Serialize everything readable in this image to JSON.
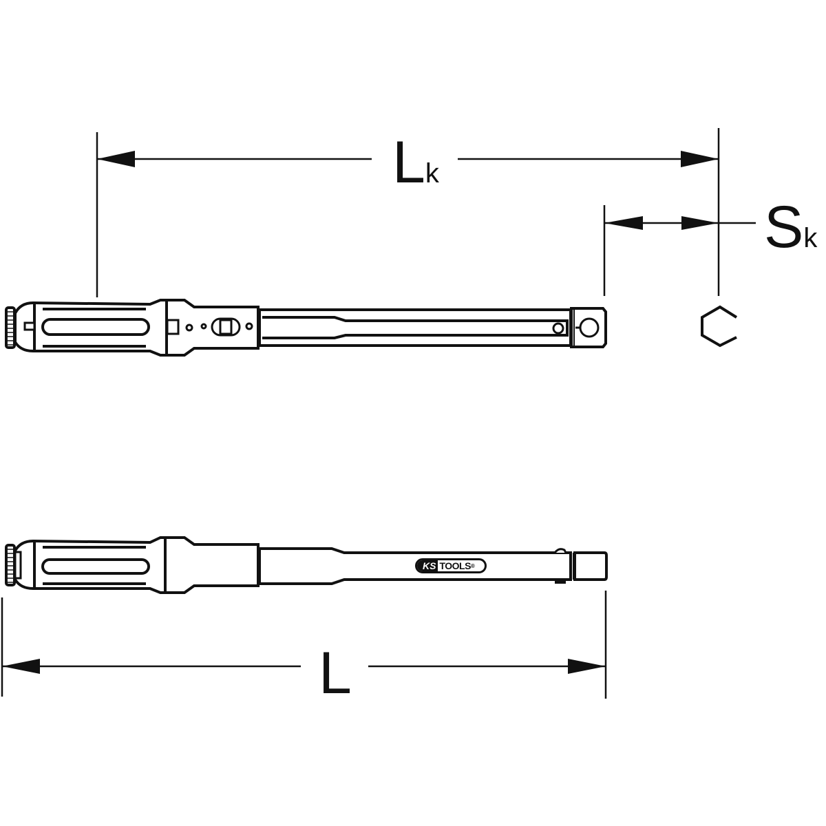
{
  "diagram": {
    "type": "technical-drawing",
    "subject": "torque wrench dimension drawing",
    "line_color": "#111111",
    "background": "#ffffff"
  },
  "dimensions": {
    "lk": {
      "main": "L",
      "sub": "k"
    },
    "sk": {
      "main": "S",
      "sub": "k"
    },
    "l": {
      "main": "L"
    }
  },
  "logo": {
    "ks": "KS",
    "tools": "TOOLS",
    "mark": "®"
  }
}
